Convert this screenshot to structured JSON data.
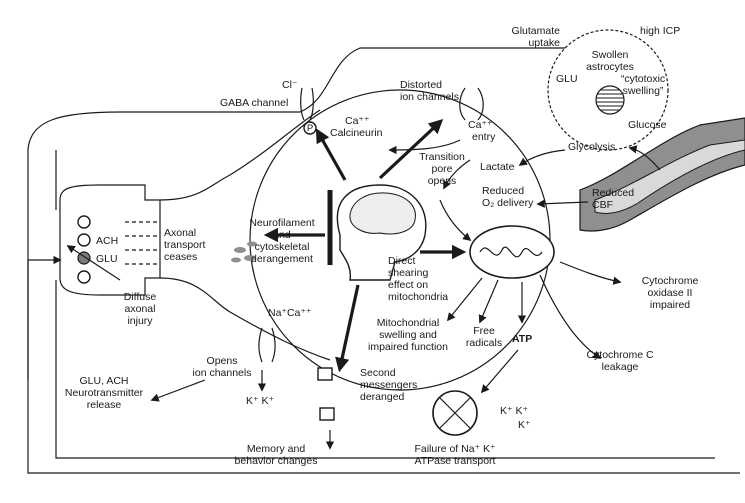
{
  "labels": {
    "glutamate_uptake": [
      "Glutamate",
      "uptake"
    ],
    "high_icp": "high ICP",
    "swollen_astrocytes": [
      "Swollen",
      "astrocytes"
    ],
    "glu_astro": "GLU",
    "cytotoxic_swelling": [
      "“cytotoxic",
      "swelling”"
    ],
    "glucose": "Glucose",
    "glycolysis": "Glycolysis",
    "lactate": "Lactate",
    "reduced_cbf": [
      "Reduced",
      "CBF"
    ],
    "reduced_o2": [
      "Reduced",
      "O₂ delivery"
    ],
    "transition_pore": [
      "Transition",
      "pore",
      "opens"
    ],
    "ca_entry": [
      "Ca⁺⁺",
      "entry"
    ],
    "distorted_channels": [
      "Distorted",
      "ion channels"
    ],
    "cl_minus": "Cl⁻",
    "gaba_channel": "GABA channel",
    "p_symbol": "P",
    "ca_calcineurin": [
      "Ca⁺⁺",
      "Calcineurin"
    ],
    "neurofilament": [
      "Neurofilament",
      "and",
      "cytoskeletal",
      "derangement"
    ],
    "axonal_transport": [
      "Axonal",
      "transport",
      "ceases"
    ],
    "ach": "ACH",
    "glu_terminal": "GLU",
    "diffuse_axonal": [
      "Diffuse",
      "axonal",
      "injury"
    ],
    "direct_shearing": [
      "Direct",
      "shearing",
      "effect on",
      "mitochondria"
    ],
    "cytochrome_oxidase": [
      "Cytochrome",
      "oxidase II",
      "impaired"
    ],
    "na_ca": "Na⁺Ca⁺⁺",
    "opens_ion_channels": [
      "Opens",
      "ion channels"
    ],
    "k_k_left": "K⁺ K⁺",
    "glu_ach_release": [
      "GLU, ACH",
      "Neurotransmitter",
      "release"
    ],
    "second_messengers": [
      "Second",
      "messengers",
      "deranged"
    ],
    "mito_swelling": [
      "Mitochondrial",
      "swelling and",
      "impaired function"
    ],
    "free_radicals": [
      "Free",
      "radicals"
    ],
    "atp": "ATP",
    "cytochrome_c": [
      "Cytochrome C",
      "leakage"
    ],
    "k_k_right_top": "K⁺ K⁺",
    "k_right_bottom": "K⁺",
    "failure_atpase": [
      "Failure of Na⁺ K⁺",
      "ATPase transport"
    ],
    "memory_behavior": [
      "Memory and",
      "behavior changes"
    ]
  }
}
